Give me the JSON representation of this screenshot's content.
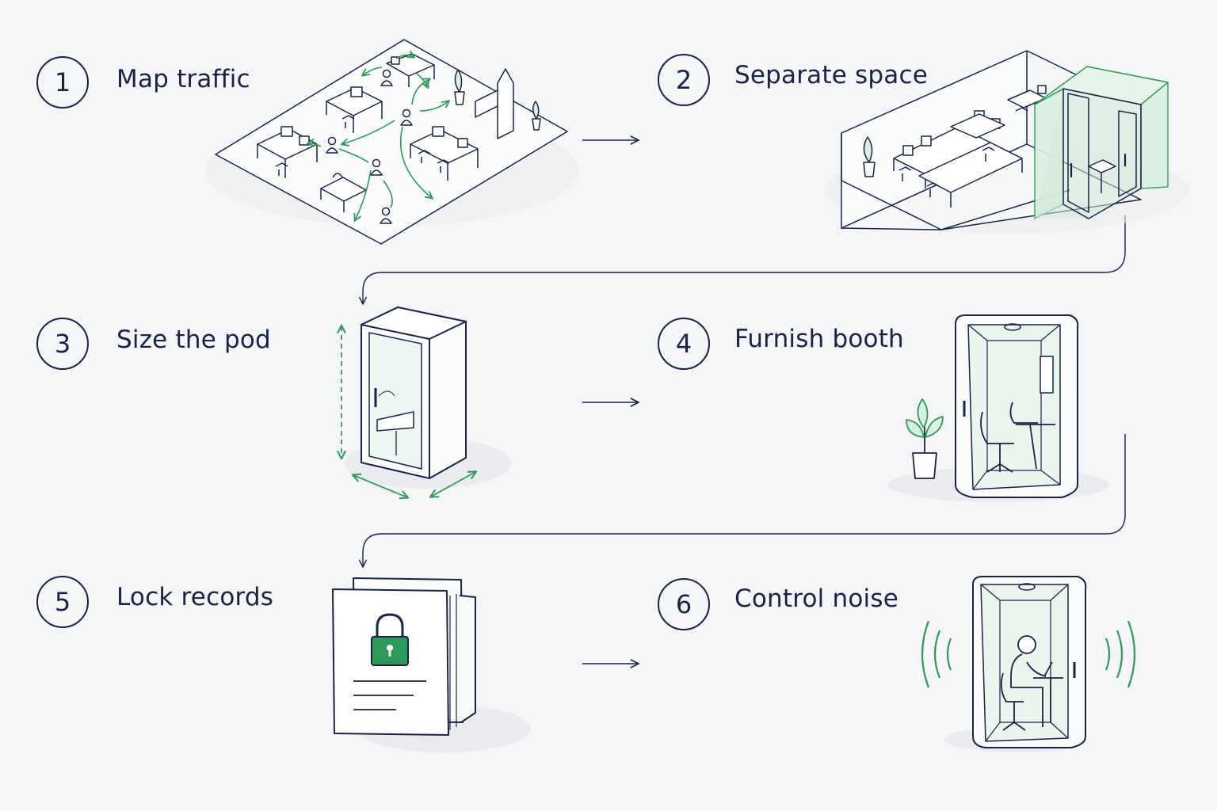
{
  "steps": [
    {
      "number": "1",
      "label": "Map traffic",
      "icon": "office-floor-plan-traffic"
    },
    {
      "number": "2",
      "label": "Separate space",
      "icon": "office-with-pod"
    },
    {
      "number": "3",
      "label": "Size the pod",
      "icon": "pod-dimensions"
    },
    {
      "number": "4",
      "label": "Furnish booth",
      "icon": "furnished-booth"
    },
    {
      "number": "5",
      "label": "Lock records",
      "icon": "locked-documents"
    },
    {
      "number": "6",
      "label": "Control noise",
      "icon": "soundproof-booth"
    }
  ],
  "colors": {
    "ink": "#1a2347",
    "accent": "#2e9a5a",
    "glass": "#d9efe1",
    "background": "#f4f6f7"
  }
}
